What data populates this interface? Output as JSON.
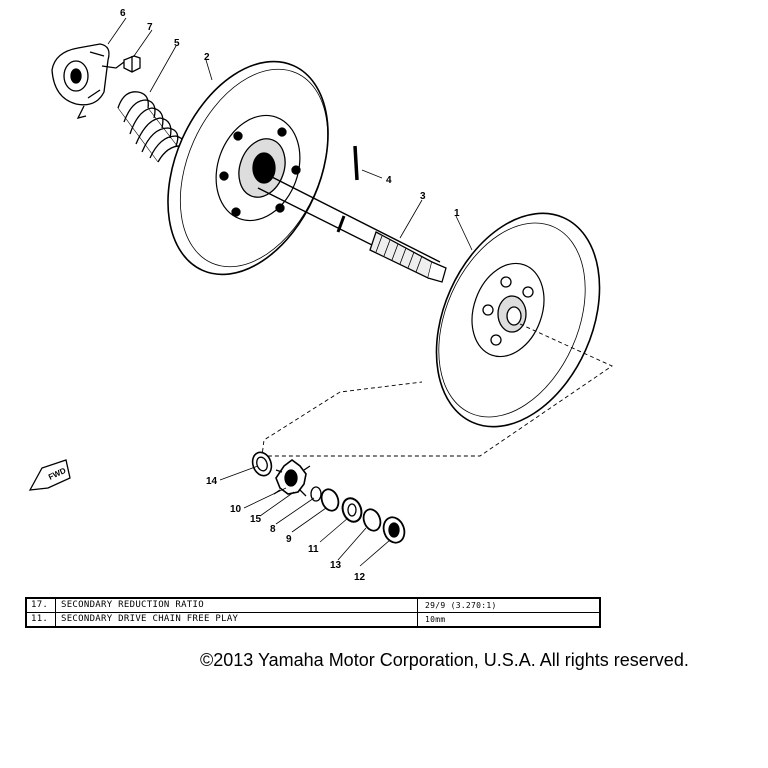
{
  "diagram": {
    "callouts": [
      "6",
      "7",
      "5",
      "2",
      "4",
      "3",
      "1",
      "14",
      "10",
      "15",
      "8",
      "9",
      "11",
      "13",
      "12"
    ],
    "fwd_mark": "FWD"
  },
  "spec_table": {
    "rows": [
      {
        "index": "17.",
        "label": "SECONDARY REDUCTION RATIO",
        "value": "29/9 (3.270:1)"
      },
      {
        "index": "11.",
        "label": "SECONDARY DRIVE CHAIN FREE PLAY",
        "value": "10mm"
      }
    ]
  },
  "footer": {
    "copyright": "©2013 Yamaha Motor Corporation, U.S.A. All rights reserved."
  }
}
